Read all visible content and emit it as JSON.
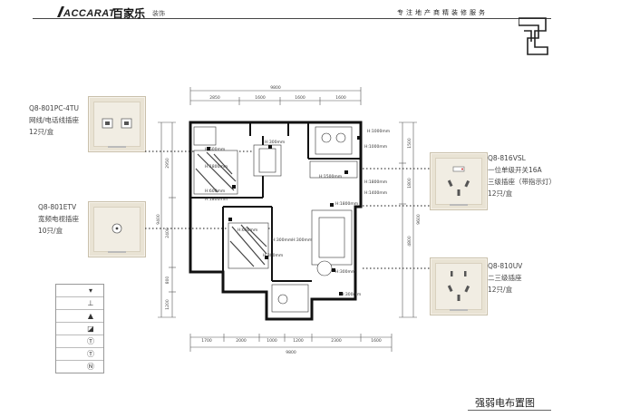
{
  "header": {
    "brand_name": "ACCARAT",
    "brand_cn": "百家乐",
    "brand_sub": "装饰",
    "slogan": "专注地产商精装修服务"
  },
  "products": [
    {
      "model": "Q8-801PC-4TU",
      "desc": "网线/电话线插座",
      "qty": "12只/盒"
    },
    {
      "model": "Q8-801ETV",
      "desc": "宽频电视插座",
      "qty": "10只/盒"
    },
    {
      "model": "Q8-816VSL",
      "desc": "一位单级开关16A",
      "desc2": "三级插座（带指示灯）",
      "qty": "12只/盒"
    },
    {
      "model": "Q8-810UV",
      "desc": "二三级插座",
      "qty": "12只/盒"
    }
  ],
  "plan": {
    "dim_top_total": "9800",
    "dim_top": [
      "2850",
      "1600",
      "1600",
      "1600"
    ],
    "dim_bottom": [
      "1700",
      "2000",
      "1000",
      "1200",
      "2300",
      "1600"
    ],
    "dim_bottom_total": "9800",
    "dim_left": [
      "2950",
      "2400",
      "800",
      "1200"
    ],
    "dim_left_total": "9400",
    "dim_right": [
      "1500",
      "1800"
    ],
    "dim_right_total": "9600",
    "dim_right2": "4800",
    "heights": [
      "H:300mm",
      "H:1000mm",
      "H:1000mm",
      "H:1500mm",
      "H:1400mm",
      "H:1800mm",
      "H:600mm",
      "H:1800mm",
      "H:600mm",
      "H:1800mm",
      "H:600mm",
      "H:300mm",
      "H:300mm",
      "H:300mm",
      "H:1800mm",
      "H:300mm",
      "H:300mm"
    ]
  },
  "title": "强弱电布置图"
}
